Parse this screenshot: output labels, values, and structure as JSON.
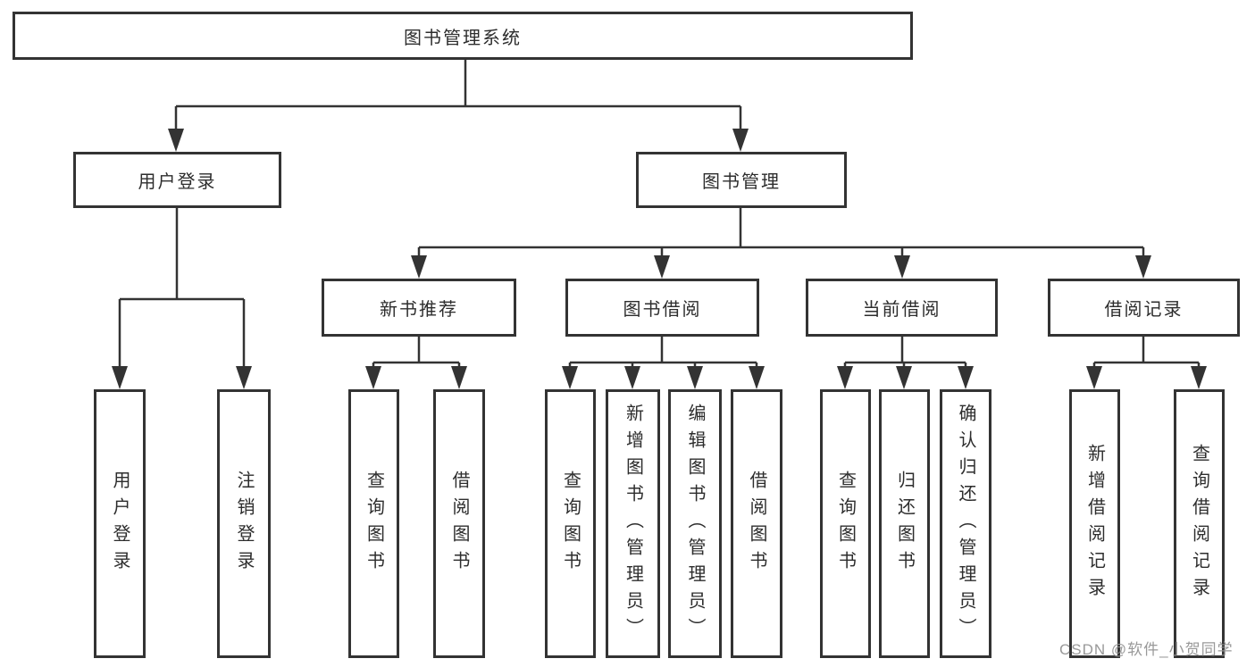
{
  "colors": {
    "line": "#333333",
    "box_background": "#ffffff",
    "text": "#2d2d2d",
    "watermark": "#949494"
  },
  "tree": {
    "root": "图书管理系统",
    "login_branch": {
      "label": "用户登录",
      "children": [
        "用户登录",
        "注销登录"
      ]
    },
    "mgmt_branch": {
      "label": "图书管理",
      "groups": [
        {
          "label": "新书推荐",
          "children": [
            "查询图书",
            "借阅图书"
          ]
        },
        {
          "label": "图书借阅",
          "children": [
            "查询图书",
            "新增图书（管理员）",
            "编辑图书（管理员）",
            "借阅图书"
          ]
        },
        {
          "label": "当前借阅",
          "children": [
            "查询图书",
            "归还图书",
            "确认归还（管理员）"
          ]
        },
        {
          "label": "借阅记录",
          "children": [
            "新增借阅记录",
            "查询借阅记录"
          ]
        }
      ]
    }
  },
  "watermark": "CSDN @软件_小贺同学"
}
